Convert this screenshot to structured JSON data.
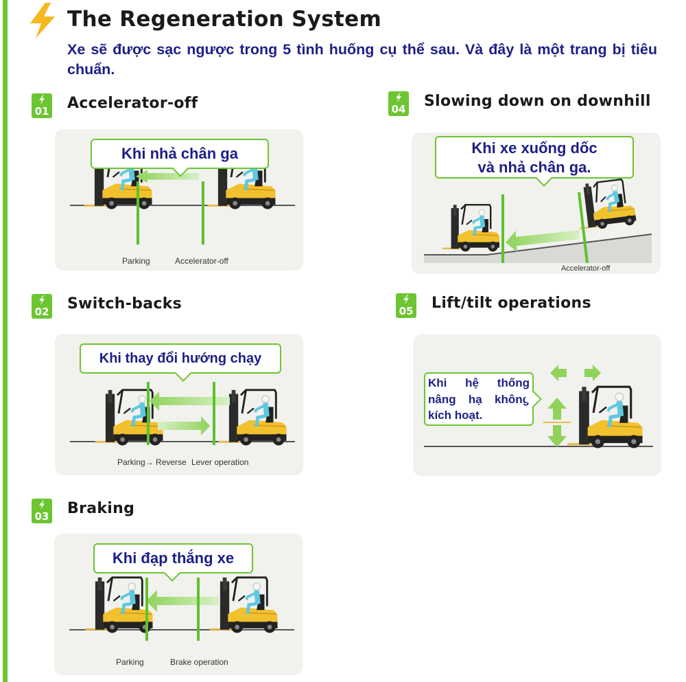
{
  "header": {
    "title": "The Regeneration System",
    "intro": "Xe sẽ được sạc ngược trong 5 tình huống cụ thể sau. Và đây là một trang bị tiêu chuẩn."
  },
  "colors": {
    "accent_green": "#6cc531",
    "text_navy": "#1c1f86",
    "bolt_yellow": "#f5b820",
    "forklift_yellow": "#f2c12e"
  },
  "sections": [
    {
      "number": "01",
      "icon": "lightning-bolt-icon",
      "title": "Accelerator-off",
      "bubble": "Khi nhả chân ga",
      "captions": [
        "Parking",
        "Accelerator-off"
      ]
    },
    {
      "number": "02",
      "icon": "lightning-bolt-icon",
      "title": "Switch-backs",
      "bubble": "Khi thay đổi hướng chạy",
      "captions": [
        "Parking→ Reverse",
        "Lever operation"
      ]
    },
    {
      "number": "03",
      "icon": "lightning-bolt-icon",
      "title": "Braking",
      "bubble": "Khi đạp thắng xe",
      "captions": [
        "Parking",
        "Brake operation"
      ]
    },
    {
      "number": "04",
      "icon": "lightning-bolt-icon",
      "title": "Slowing down on downhill",
      "bubble_lines": [
        "Khi xe xuống dốc",
        "và nhả chân ga."
      ],
      "captions": [
        "Accelerator-off"
      ]
    },
    {
      "number": "05",
      "icon": "lightning-bolt-icon",
      "title": "Lift/tilt operations",
      "bubble_lines": [
        "Khi hệ thống",
        "nâng hạ không",
        "kích hoạt."
      ]
    }
  ]
}
